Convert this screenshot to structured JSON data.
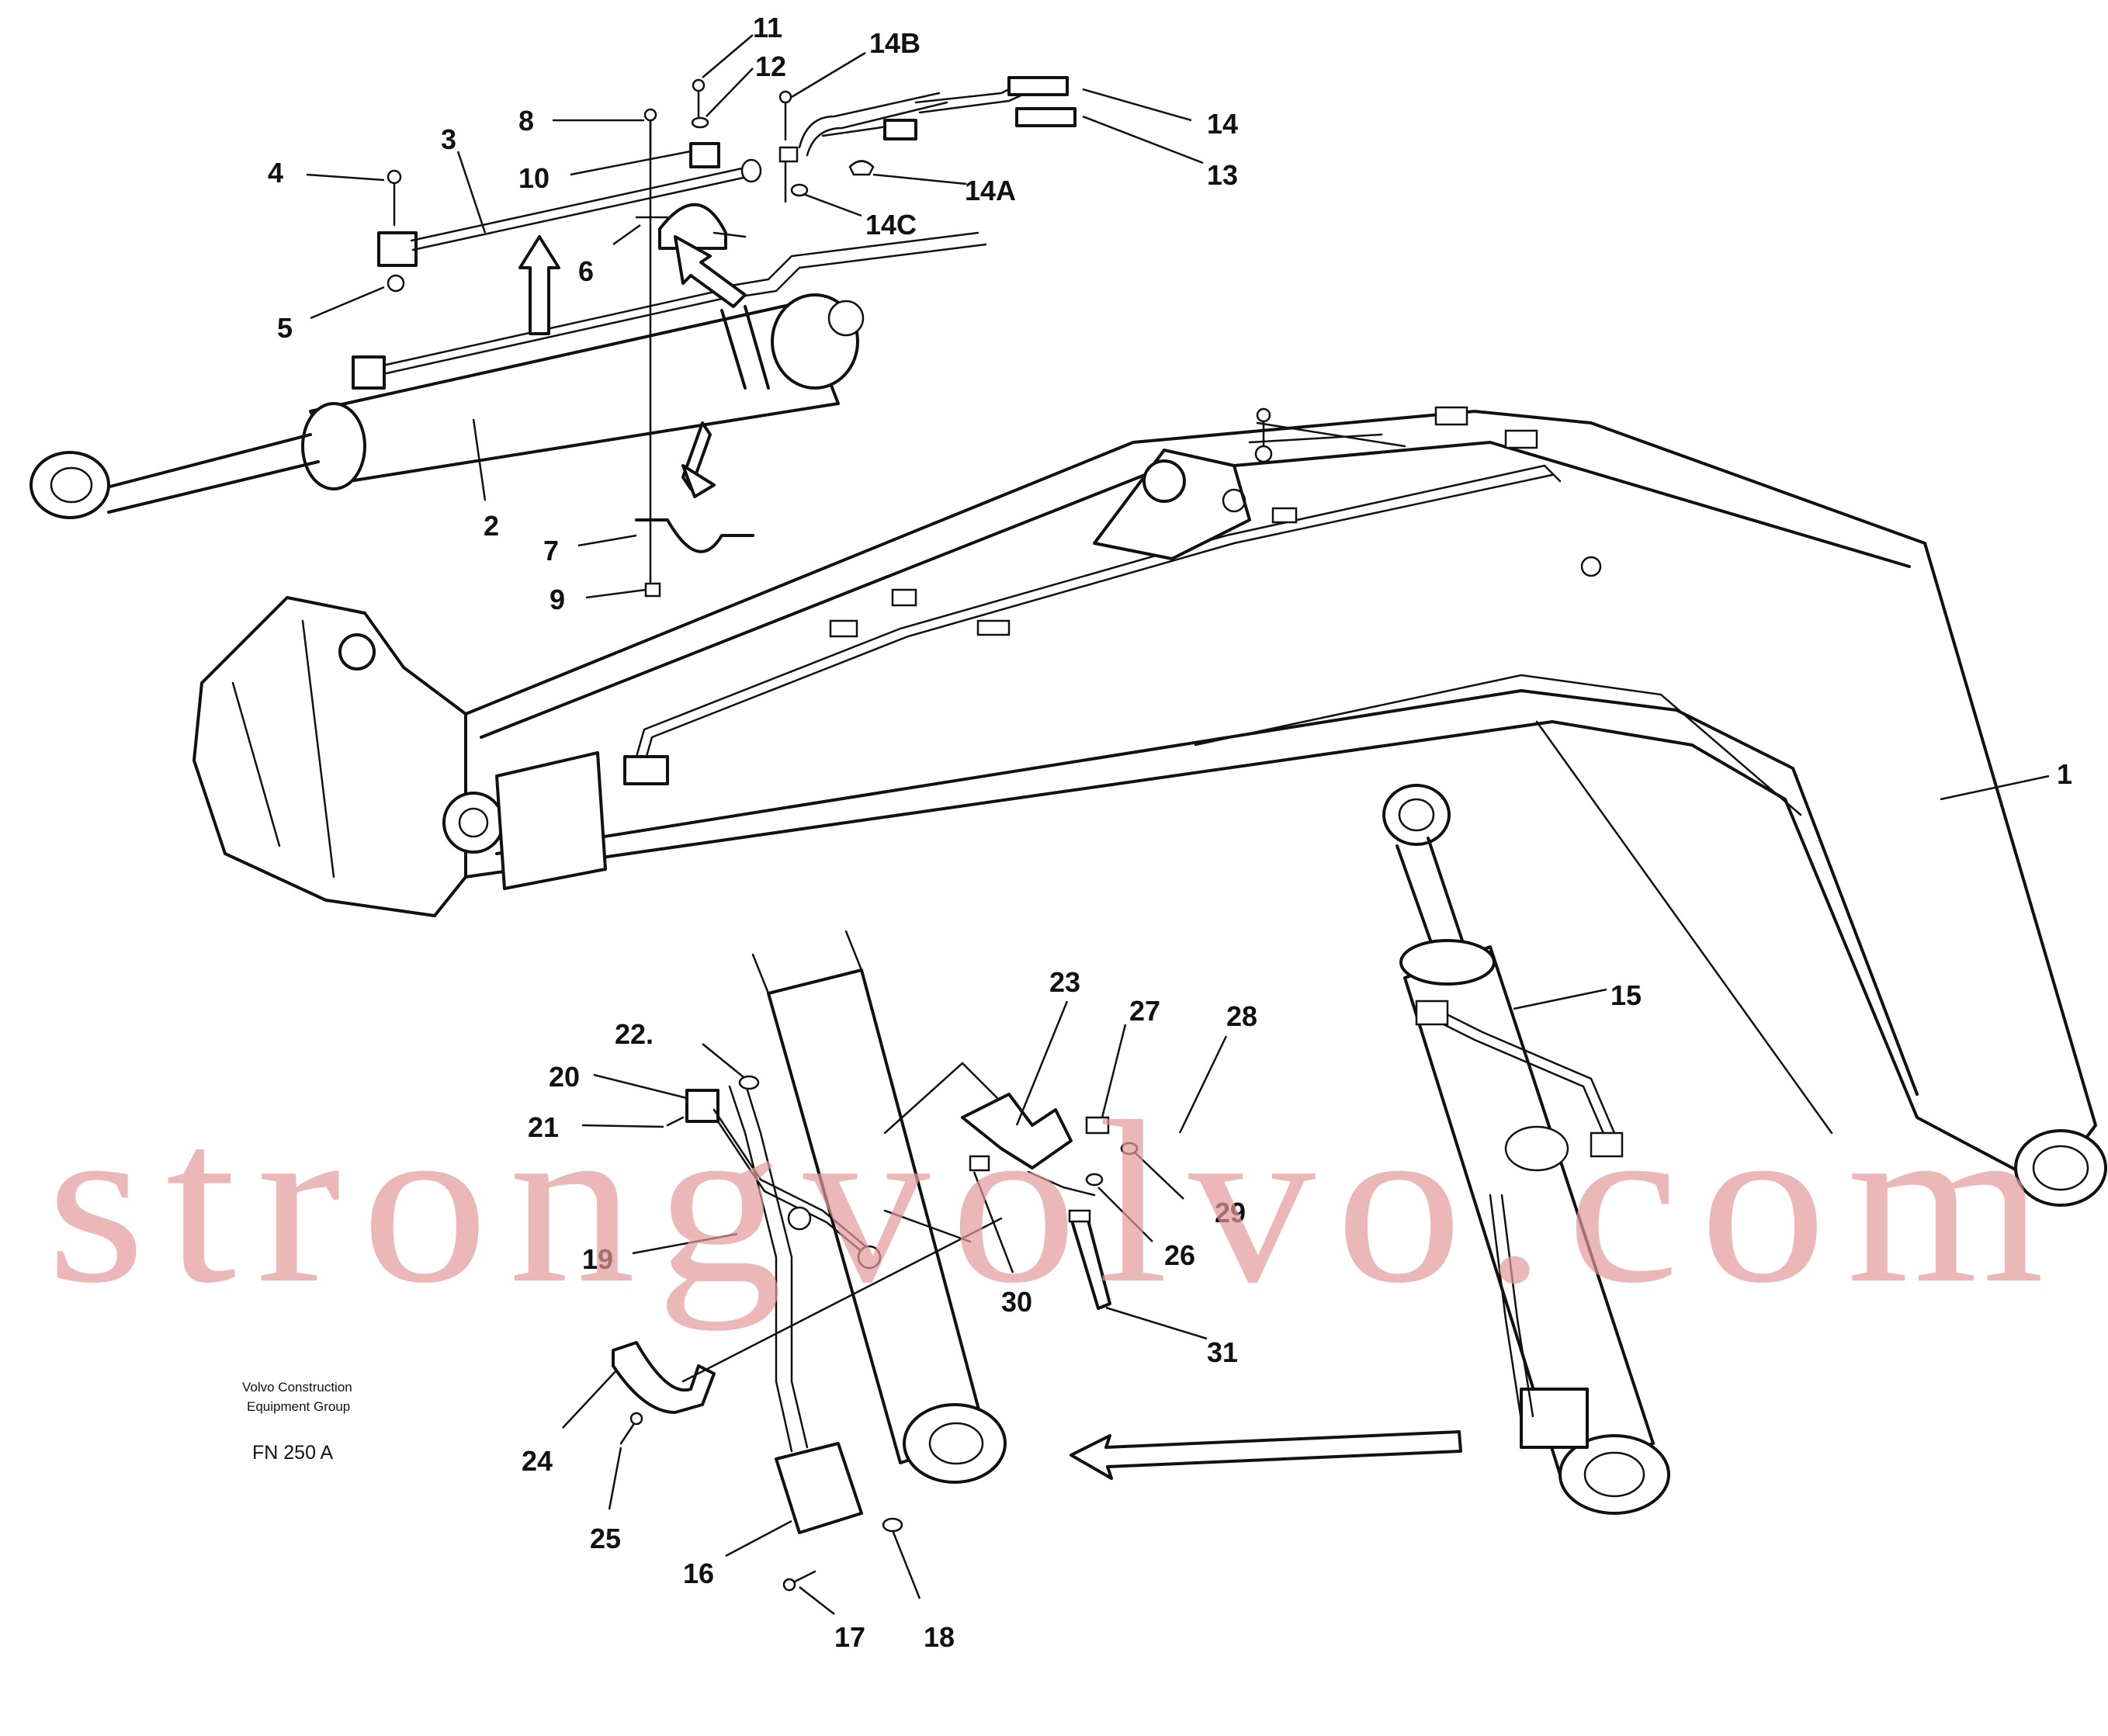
{
  "publisher": {
    "line1": "Volvo Construction",
    "line2": "Equipment Group"
  },
  "figure_code": "FN 250 A",
  "watermark": "strongvolvo.com",
  "callouts": [
    {
      "id": "11",
      "text": "11"
    },
    {
      "id": "12",
      "text": "12"
    },
    {
      "id": "14B",
      "text": "14B"
    },
    {
      "id": "8",
      "text": "8"
    },
    {
      "id": "3",
      "text": "3"
    },
    {
      "id": "14",
      "text": "14"
    },
    {
      "id": "4",
      "text": "4"
    },
    {
      "id": "10",
      "text": "10"
    },
    {
      "id": "14A",
      "text": "14A"
    },
    {
      "id": "13",
      "text": "13"
    },
    {
      "id": "14C",
      "text": "14C"
    },
    {
      "id": "6",
      "text": "6"
    },
    {
      "id": "5",
      "text": "5"
    },
    {
      "id": "2",
      "text": "2"
    },
    {
      "id": "7",
      "text": "7"
    },
    {
      "id": "9",
      "text": "9"
    },
    {
      "id": "1",
      "text": "1"
    },
    {
      "id": "15",
      "text": "15"
    },
    {
      "id": "23",
      "text": "23"
    },
    {
      "id": "27",
      "text": "27"
    },
    {
      "id": "28",
      "text": "28"
    },
    {
      "id": "22",
      "text": "22."
    },
    {
      "id": "20",
      "text": "20"
    },
    {
      "id": "21",
      "text": "21"
    },
    {
      "id": "29",
      "text": "29"
    },
    {
      "id": "26",
      "text": "26"
    },
    {
      "id": "19",
      "text": "19"
    },
    {
      "id": "30",
      "text": "30"
    },
    {
      "id": "31",
      "text": "31"
    },
    {
      "id": "24",
      "text": "24"
    },
    {
      "id": "25",
      "text": "25"
    },
    {
      "id": "16",
      "text": "16"
    },
    {
      "id": "17",
      "text": "17"
    },
    {
      "id": "18",
      "text": "18"
    }
  ]
}
